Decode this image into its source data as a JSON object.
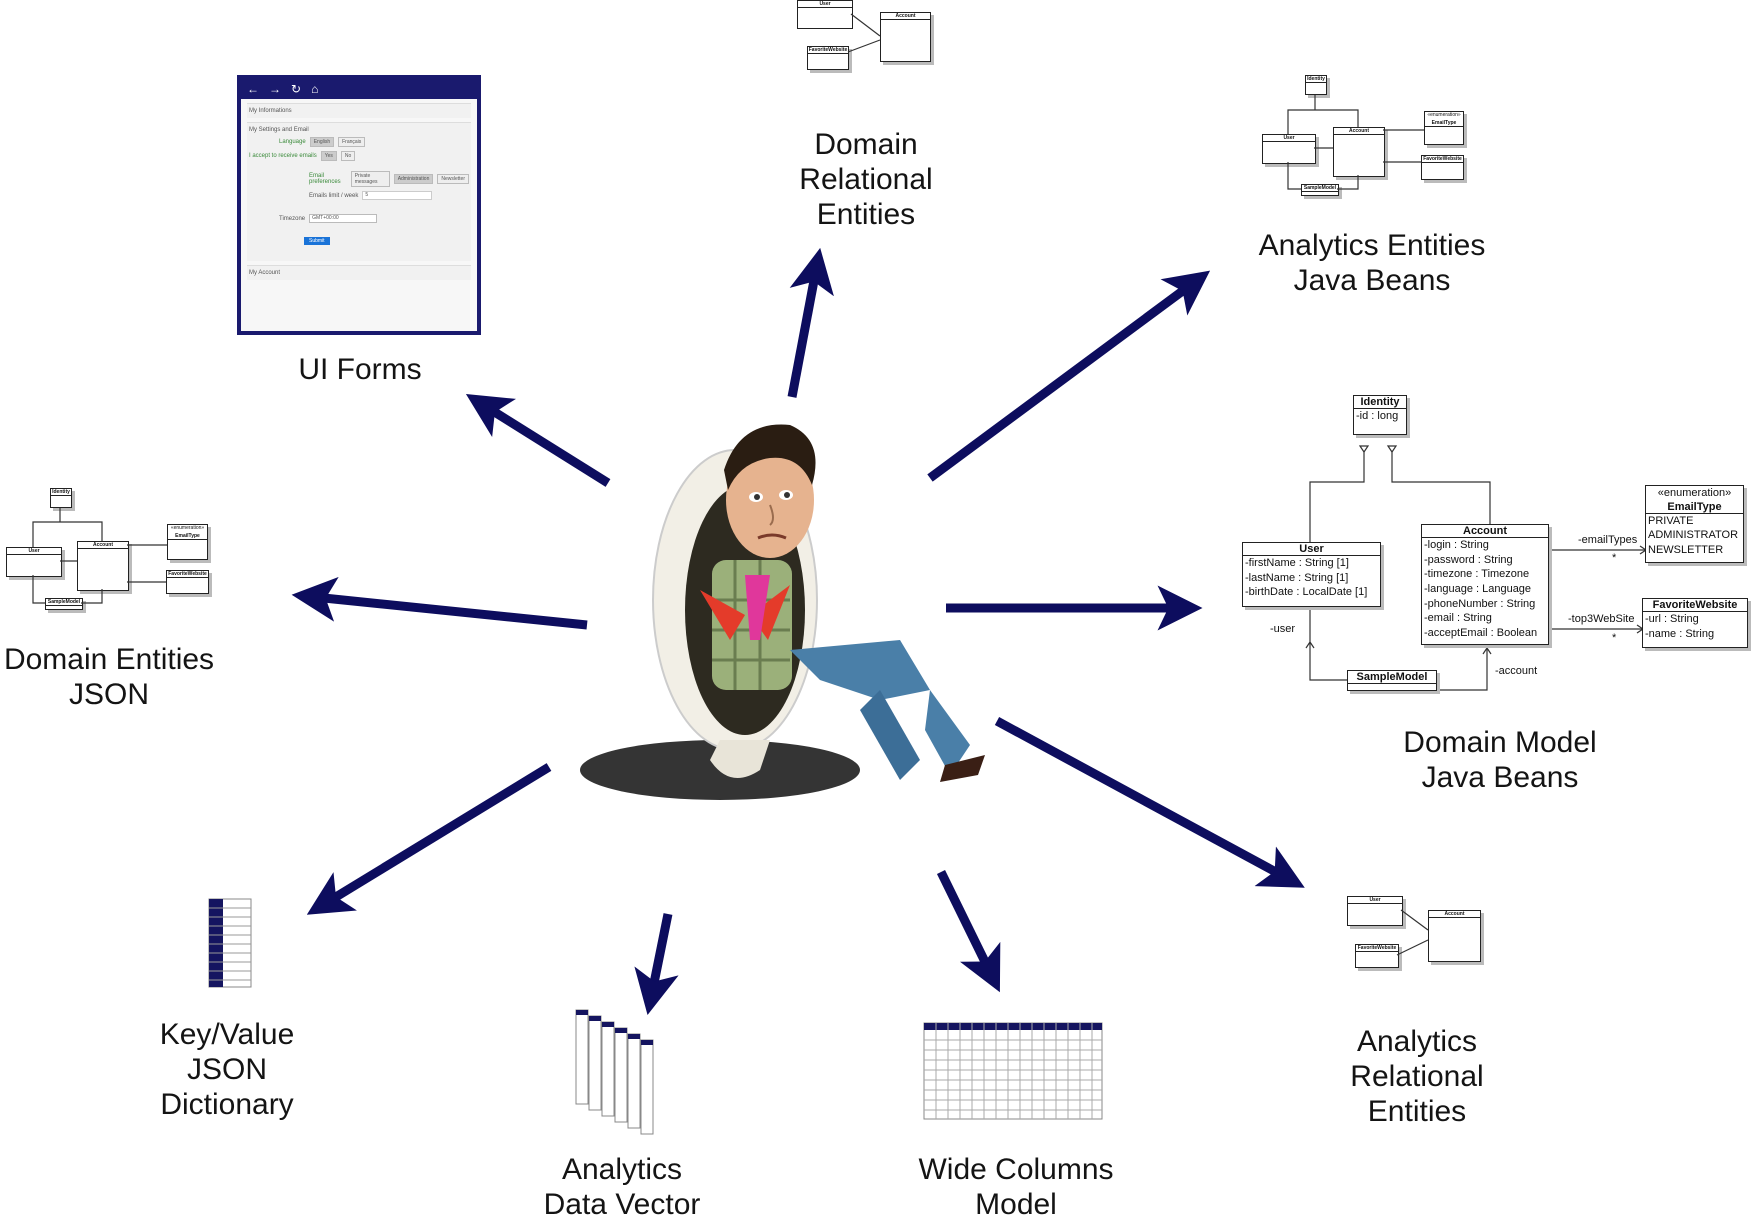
{
  "colors": {
    "arrow": "#0d0d5e",
    "box_border": "#222222",
    "text": "#141414",
    "form_bar": "#1a1a6e",
    "submit": "#1a73d8"
  },
  "captions": {
    "ui_forms": "UI Forms",
    "domain_relational": [
      "Domain",
      "Relational",
      "Entities"
    ],
    "analytics_java": [
      "Analytics Entities",
      "Java Beans"
    ],
    "domain_json": [
      "Domain Entities",
      "JSON"
    ],
    "domain_model_java": [
      "Domain Model",
      "Java Beans"
    ],
    "kv_json": [
      "Key/Value",
      "JSON",
      "Dictionary"
    ],
    "analytics_vector": [
      "Analytics",
      "Data Vector"
    ],
    "wide_columns": [
      "Wide Columns",
      "Model"
    ],
    "analytics_relational": [
      "Analytics",
      "Relational",
      "Entities"
    ]
  },
  "form": {
    "icons": [
      "back-arrow-icon",
      "forward-arrow-icon",
      "refresh-icon",
      "home-icon"
    ],
    "section1": "My Informations",
    "section2": "My Settings and Email",
    "language_label": "Language",
    "language_options": [
      "English",
      "Français"
    ],
    "accept_label": "I accept to receive emails",
    "accept_options": [
      "Yes",
      "No"
    ],
    "email_pref_label": "Email preferences",
    "email_pref_options": [
      "Private messages",
      "Administration",
      "Newsletter"
    ],
    "emails_week_label": "Emails limit / week",
    "emails_week_value": "5",
    "timezone_label": "Timezone",
    "timezone_value": "GMT+00:00",
    "submit": "Submit",
    "section3": "My Account"
  },
  "uml": {
    "identity": {
      "name": "Identity",
      "attrs": [
        "-id : long"
      ]
    },
    "user": {
      "name": "User",
      "attrs": [
        "-firstName : String [1]",
        "-lastName : String [1]",
        "-birthDate : LocalDate [1]"
      ]
    },
    "account": {
      "name": "Account",
      "attrs": [
        "-login : String",
        "-password : String",
        "-timezone : Timezone",
        "-language : Language",
        "-phoneNumber : String",
        "-email : String",
        "-acceptEmail : Boolean"
      ]
    },
    "emailtype": {
      "stereotype": "«enumeration»",
      "name": "EmailType",
      "attrs": [
        "PRIVATE",
        "ADMINISTRATOR",
        "NEWSLETTER"
      ]
    },
    "favorite": {
      "name": "FavoriteWebsite",
      "attrs": [
        "-url : String",
        "-name : String"
      ]
    },
    "samplemodel": {
      "name": "SampleModel"
    },
    "assoc": {
      "email_types": "-emailTypes",
      "top3": "-top3WebSite",
      "user": "-user",
      "account": "-account",
      "star": "*"
    }
  },
  "mini": {
    "user": "User",
    "account": "Account",
    "favorite": "FavoriteWebsite",
    "identity": "Identity",
    "emailtype": "EmailType",
    "enumeration": "«enumeration»",
    "samplemodel": "SampleModel"
  }
}
